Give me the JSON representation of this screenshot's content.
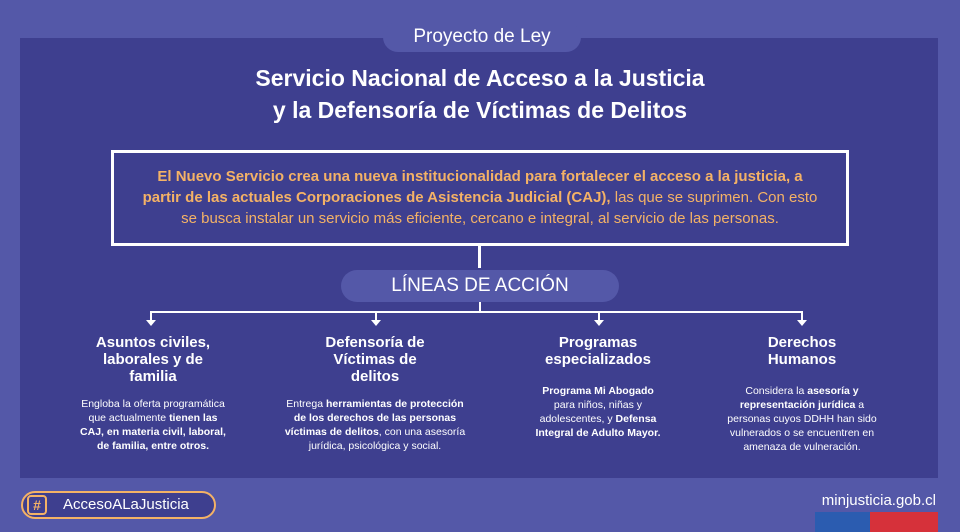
{
  "header": {
    "tag": "Proyecto de Ley",
    "title_line1": "Servicio Nacional de Acceso a la Justicia",
    "title_line2": "y la Defensoría de Víctimas de Delitos"
  },
  "intro": {
    "bold_text": "El Nuevo Servicio crea una nueva institucionalidad para fortalecer el acceso a la justicia, a partir de las actuales Corporaciones de Asistencia Judicial (CAJ),",
    "regular_text": " las que se suprimen. Con esto se busca instalar un servicio más eficiente, cercano e integral, al servicio de las personas."
  },
  "lines_heading": "LÍNEAS DE ACCIÓN",
  "columns": [
    {
      "title": "Asuntos civiles, laborales y de familia",
      "body": [
        {
          "t": "Engloba la oferta programática que actualmente ",
          "b": false
        },
        {
          "t": "tienen las CAJ, en materia civil, laboral, de familia, entre otros.",
          "b": true
        }
      ]
    },
    {
      "title": "Defensoría de Víctimas de delitos",
      "body": [
        {
          "t": "Entrega ",
          "b": false
        },
        {
          "t": "herramientas de protección de los derechos de las personas víctimas de delitos",
          "b": true
        },
        {
          "t": ", con una asesoría jurídica, psicológica y social.",
          "b": false
        }
      ]
    },
    {
      "title": "Programas especializados",
      "body": [
        {
          "t": "Programa Mi Abogado",
          "b": true
        },
        {
          "t": " para niños, niñas y adolescentes, y ",
          "b": false
        },
        {
          "t": "Defensa Integral de Adulto Mayor.",
          "b": true
        }
      ]
    },
    {
      "title": "Derechos Humanos",
      "body": [
        {
          "t": "Considera la ",
          "b": false
        },
        {
          "t": "asesoría y representación jurídica",
          "b": true
        },
        {
          "t": " a personas cuyos DDHH han sido vulnerados o se encuentren en amenaza de vulneración.",
          "b": false
        }
      ]
    }
  ],
  "footer": {
    "hashtag_icon": "#",
    "hashtag": "AccesoALaJusticia",
    "url": "minjusticia.gob.cl"
  },
  "colors": {
    "background": "#5458a8",
    "panel": "#3e3f8f",
    "accent": "#f4b266",
    "flag_blue": "#2b5cb0",
    "flag_red": "#d6313a"
  }
}
